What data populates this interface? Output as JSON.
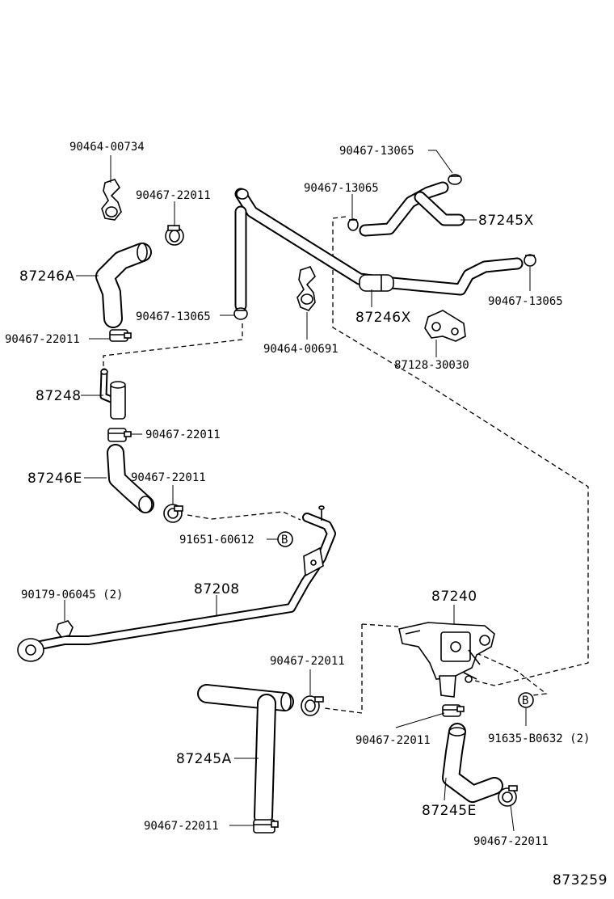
{
  "diagram": {
    "labels": [
      {
        "id": "l1",
        "text": "90464-00734"
      },
      {
        "id": "l2",
        "text": "90467-22011"
      },
      {
        "id": "l3",
        "text": "87246A"
      },
      {
        "id": "l4",
        "text": "90467-13065"
      },
      {
        "id": "l5",
        "text": "90467-22011"
      },
      {
        "id": "l6",
        "text": "87248"
      },
      {
        "id": "l7",
        "text": "90467-22011"
      },
      {
        "id": "l8",
        "text": "87246E"
      },
      {
        "id": "l9",
        "text": "90467-22011"
      },
      {
        "id": "l10",
        "text": "91651-60612"
      },
      {
        "id": "l11",
        "text": "90179-06045 (2)"
      },
      {
        "id": "l12",
        "text": "87208"
      },
      {
        "id": "l13",
        "text": "90467-13065"
      },
      {
        "id": "l14",
        "text": "90467-13065"
      },
      {
        "id": "l15",
        "text": "87245X"
      },
      {
        "id": "l16",
        "text": "90467-13065"
      },
      {
        "id": "l17",
        "text": "87246X"
      },
      {
        "id": "l18",
        "text": "90464-00691"
      },
      {
        "id": "l19",
        "text": "87128-30030"
      },
      {
        "id": "l20",
        "text": "87240"
      },
      {
        "id": "l21",
        "text": "90467-22011"
      },
      {
        "id": "l22",
        "text": "87245A"
      },
      {
        "id": "l23",
        "text": "90467-22011"
      },
      {
        "id": "l24",
        "text": "90467-22011"
      },
      {
        "id": "l25",
        "text": "91635-B0632 (2)"
      },
      {
        "id": "l26",
        "text": "87245E"
      },
      {
        "id": "l27",
        "text": "90467-22011"
      },
      {
        "id": "l28",
        "text": "873259"
      }
    ],
    "bolt_symbols": [
      {
        "id": "b1",
        "text": "B"
      },
      {
        "id": "b2",
        "text": "B"
      }
    ]
  }
}
